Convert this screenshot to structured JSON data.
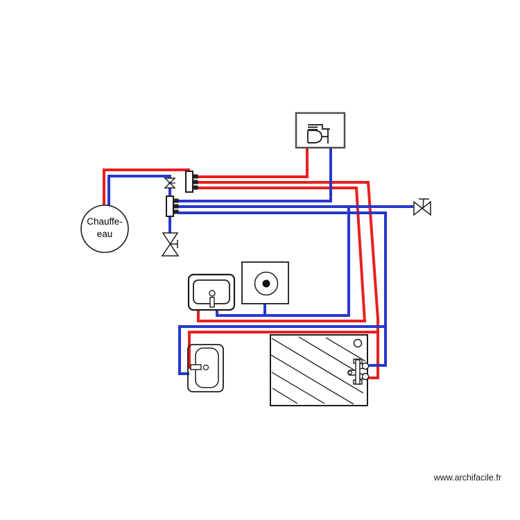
{
  "colors": {
    "pipe_hot": "#e8201c",
    "pipe_cold": "#2737ce",
    "outline": "#1b1b1b",
    "appliance_outline": "#4f4f4f"
  },
  "water_heater": {
    "label_line1": "Chauffe-",
    "label_line2": "eau"
  },
  "watermark": {
    "text": "www.archifacile.fr"
  },
  "icons": {
    "water_heater": "circle-tank-symbol",
    "appliance": "wall-tap-icon",
    "hot_manifold": "manifold-3-outlets",
    "cold_manifold": "manifold-3-outlets",
    "inline_valve": "bowtie-valve-vertical",
    "drain_valve": "bowtie-valve-vertical-handle",
    "supply_valve": "bowtie-valve-horizontal-handle",
    "sink": "kitchen-sink-symbol",
    "hob": "circle-dot-appliance-symbol",
    "bathtub": "bathtub-symbol",
    "shower": "hatched-square-shower-symbol",
    "mixer": "shower-mixer-tap-symbol"
  }
}
